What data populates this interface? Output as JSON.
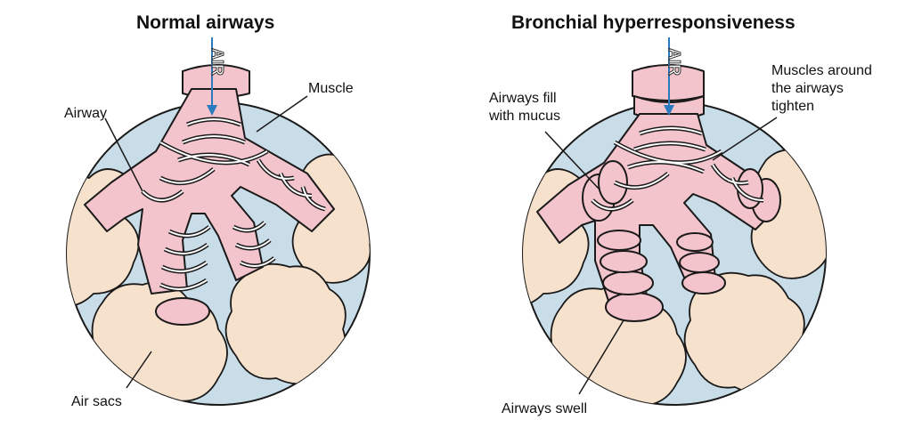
{
  "panels": {
    "normal": {
      "title": "Normal airways",
      "air_label": "AIR",
      "labels": {
        "airway": "Airway",
        "muscle": "Muscle",
        "air_sacs": "Air sacs"
      }
    },
    "bronchial": {
      "title": "Bronchial hyperresponsiveness",
      "air_label": "AIR",
      "labels": {
        "mucus_line1": "Airways fill",
        "mucus_line2": "with mucus",
        "muscles_line1": "Muscles around",
        "muscles_line2": "the airways",
        "muscles_line3": "tighten",
        "swell": "Airways swell"
      }
    }
  },
  "colors": {
    "lung_bg": "#c9dde9",
    "airway": "#f3c4cc",
    "air_sac": "#f6e1cc",
    "outline": "#1a1a1a",
    "arrow": "#2a7abf"
  }
}
